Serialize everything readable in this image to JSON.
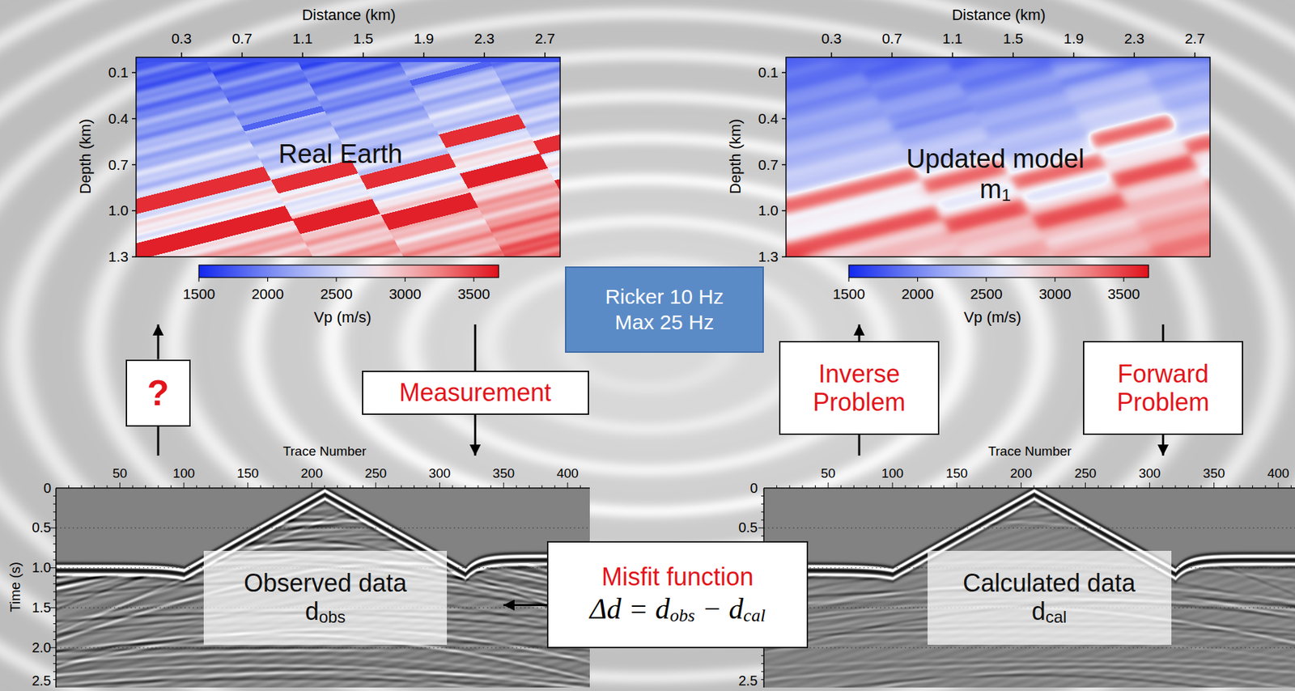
{
  "diagram": {
    "nodes": [
      {
        "text": [
          "Real Earth"
        ]
      },
      {
        "text": [
          "Updated model",
          "m",
          "1"
        ]
      },
      {
        "text": [
          "Ricker 10 Hz Max 25 Hz"
        ]
      },
      {
        "text": [
          "?"
        ]
      },
      {
        "text": [
          "Measurement"
        ]
      },
      {
        "text": [
          "Inverse Problem"
        ]
      },
      {
        "text": [
          "Forward Problem"
        ]
      },
      {
        "text": [
          "Observed data",
          "d",
          "obs"
        ]
      },
      {
        "text": [
          "Calculated data",
          "d",
          "cal"
        ]
      },
      {
        "text": [
          "Misfit function",
          "Δd = d",
          "obs",
          "− d",
          "cal"
        ]
      }
    ],
    "edges": [
      {
        "from": 0,
        "to": 4,
        "arrow": "none"
      },
      {
        "from": 4,
        "to": 7,
        "arrow": "to"
      },
      {
        "from": 7,
        "to": 3,
        "arrow": "none"
      },
      {
        "from": 3,
        "to": 0,
        "arrow": "to"
      },
      {
        "from": 1,
        "to": 6,
        "arrow": "none"
      },
      {
        "from": 6,
        "to": 8,
        "arrow": "to"
      },
      {
        "from": 8,
        "to": 5,
        "arrow": "none"
      },
      {
        "from": 5,
        "to": 1,
        "arrow": "to"
      },
      {
        "from": 9,
        "to": 7,
        "arrow": "to"
      }
    ],
    "labels": [
      "Distance (km)",
      "0.3",
      "0.7",
      "1.1",
      "1.5",
      "1.9",
      "2.3",
      "2.7",
      "Depth (km)",
      "0.1",
      "0.4",
      "0.7",
      "1.0",
      "1.3",
      "1500",
      "2000",
      "2500",
      "3000",
      "3500",
      "Vp (m/s)",
      "Distance (km)",
      "0.3",
      "0.7",
      "1.1",
      "1.5",
      "1.9",
      "2.3",
      "2.7",
      "Depth (km)",
      "0.1",
      "0.4",
      "0.7",
      "1.0",
      "1.3",
      "1500",
      "2000",
      "2500",
      "3000",
      "3500",
      "Vp (m/s)",
      "Trace Number",
      "50",
      "100",
      "150",
      "200",
      "250",
      "300",
      "350",
      "400",
      "Time (s)",
      "0",
      "0.5",
      "1.0",
      "1.5",
      "2.0",
      "2.5",
      "Trace Number",
      "50",
      "100",
      "150",
      "200",
      "250",
      "300",
      "350",
      "400",
      "0",
      "0.5",
      "2.5"
    ]
  }
}
